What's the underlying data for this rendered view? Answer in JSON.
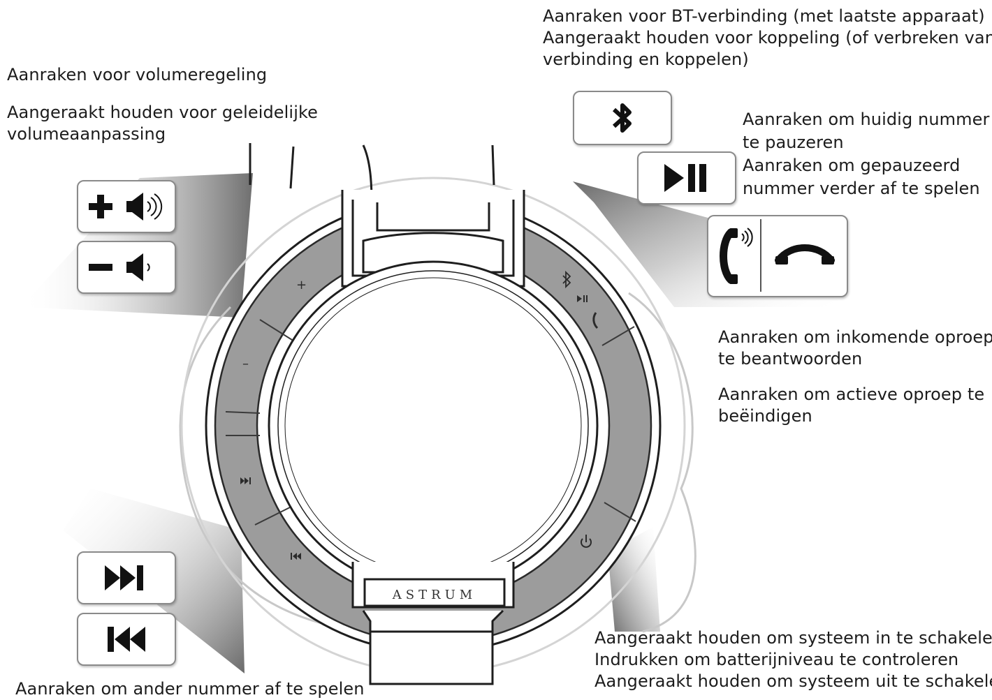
{
  "labels": {
    "bt": [
      "Aanraken voor BT-verbinding (met laatste apparaat)",
      "Aangeraakt houden voor koppeling (of verbreken van",
      "verbinding en koppelen)"
    ],
    "volume_touch": "Aanraken voor volumeregeling",
    "volume_hold": [
      "Aangeraakt houden voor geleidelijke",
      "volumeaanpassing"
    ],
    "play": [
      "Aanraken om huidig nummer",
      "te pauzeren",
      "Aanraken om gepauzeerd",
      "nummer verder af te spelen"
    ],
    "call_answer": [
      "Aanraken om inkomende oproep",
      "te beantwoorden"
    ],
    "call_end": [
      "Aanraken om actieve oproep te",
      "beëindigen"
    ],
    "power": [
      "Aangeraakt houden om systeem in te schakelen",
      "Indrukken om batterijniveau te controleren",
      "Aangeraakt houden om systeem uit te schakelen"
    ],
    "track": "Aanraken om ander nummer af te spelen"
  },
  "device": {
    "brand": "ASTRUM",
    "ring_symbols": {
      "plus": "+",
      "minus": "–"
    }
  },
  "icons": [
    "bluetooth-icon",
    "play-pause-icon",
    "phone-ringing-icon",
    "hang-up-icon",
    "volume-up-icon",
    "volume-down-icon",
    "next-track-icon",
    "previous-track-icon",
    "power-icon"
  ],
  "colors": {
    "ring": "#9c9c9c",
    "ring_dark": "#808080",
    "outline": "#1e1e1e",
    "text": "#1c1c1c"
  }
}
